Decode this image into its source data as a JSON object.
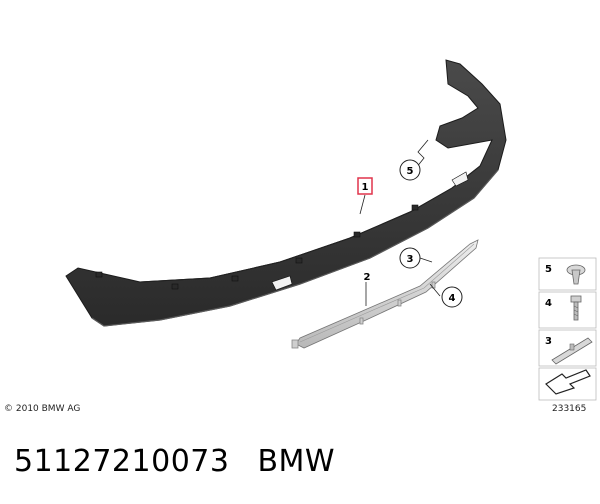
{
  "callouts": [
    {
      "number": "1"
    },
    {
      "number": "2"
    },
    {
      "number": "3"
    },
    {
      "number": "4"
    },
    {
      "number": "5"
    }
  ],
  "legend": [
    "5",
    "4",
    "3"
  ],
  "copyright": "© 2010 BMW AG",
  "diagram_number": "233165",
  "part_number": "51127210073",
  "brand": "BMW",
  "colors": {
    "bumper": "#3a3a3a",
    "bumper_edge": "#1c1c1c",
    "trim_strip": "#d6d6d6",
    "callout_highlight": "#e0344b"
  }
}
